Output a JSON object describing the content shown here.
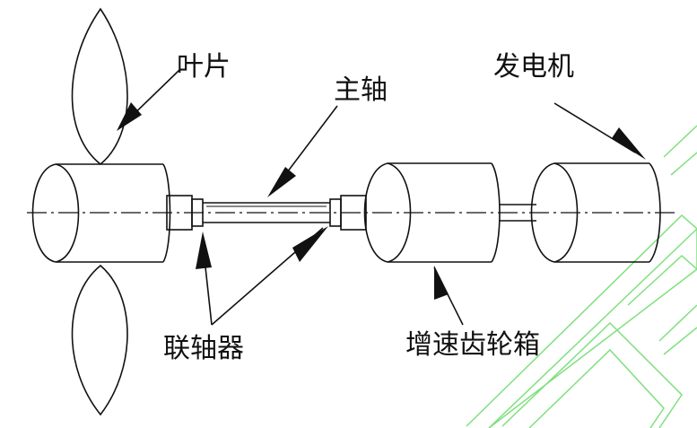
{
  "labels": {
    "blade": "叶片",
    "main_shaft": "主轴",
    "generator": "发电机",
    "coupling": "联轴器",
    "gearbox": "增速齿轮箱"
  },
  "colors": {
    "line": "#111111",
    "watermark": "#7ee07e",
    "background": "#ffffff"
  }
}
